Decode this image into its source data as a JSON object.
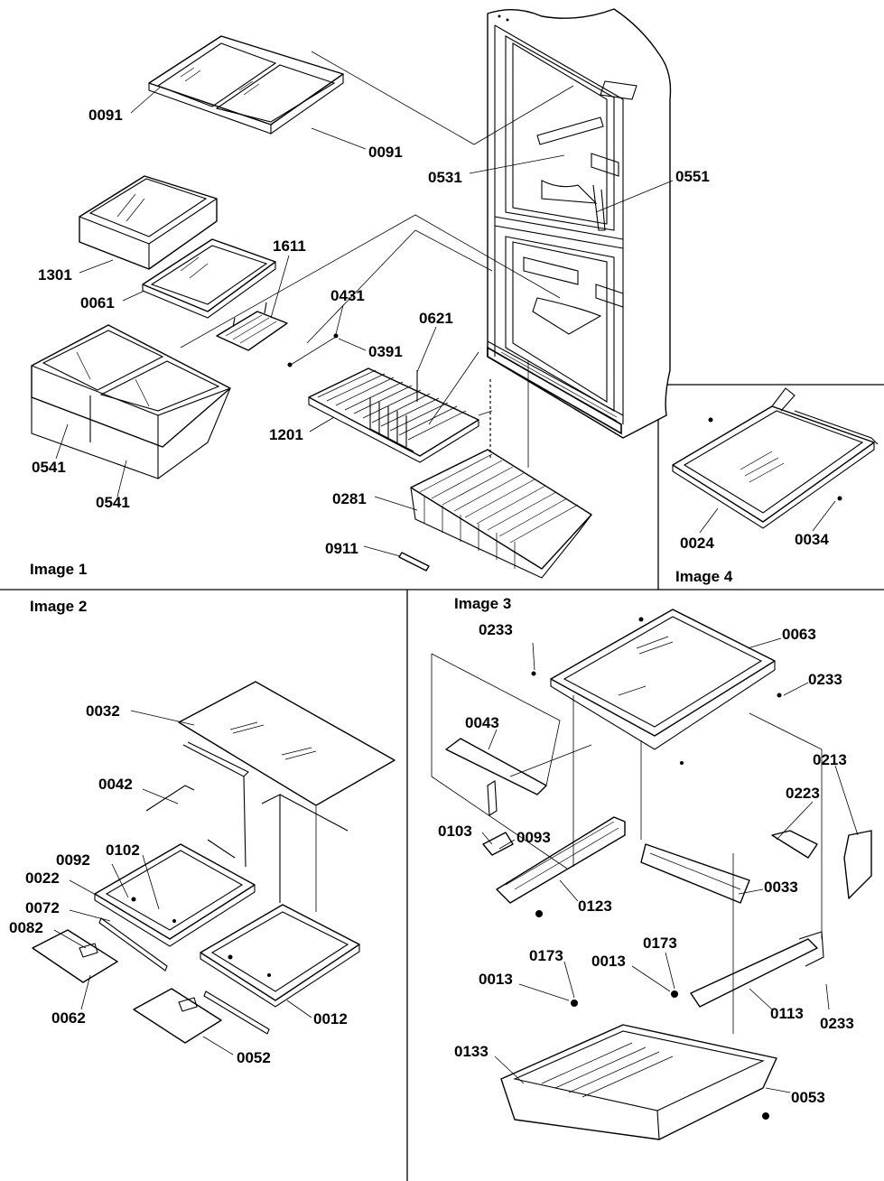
{
  "panels": {
    "image1": "Image 1",
    "image2": "Image 2",
    "image3": "Image 3",
    "image4": "Image 4"
  },
  "callouts": {
    "c0091a": "0091",
    "c0091b": "0091",
    "c0531": "0531",
    "c0551": "0551",
    "c1301": "1301",
    "c0061": "0061",
    "c1611": "1611",
    "c0431": "0431",
    "c0391": "0391",
    "c0621": "0621",
    "c1201": "1201",
    "c0541a": "0541",
    "c0541b": "0541",
    "c0281": "0281",
    "c0911": "0911",
    "c0024": "0024",
    "c0034": "0034",
    "c0032": "0032",
    "c0042": "0042",
    "c0092": "0092",
    "c0102": "0102",
    "c0022": "0022",
    "c0072": "0072",
    "c0082": "0082",
    "c0062": "0062",
    "c0012": "0012",
    "c0052": "0052",
    "c0233a": "0233",
    "c0063": "0063",
    "c0233b": "0233",
    "c0043": "0043",
    "c0213": "0213",
    "c0223": "0223",
    "c0103": "0103",
    "c0093": "0093",
    "c0123": "0123",
    "c0033": "0033",
    "c0173a": "0173",
    "c0173b": "0173",
    "c0013a": "0013",
    "c0013b": "0013",
    "c0113": "0113",
    "c0233c": "0233",
    "c0133": "0133",
    "c0053": "0053"
  }
}
